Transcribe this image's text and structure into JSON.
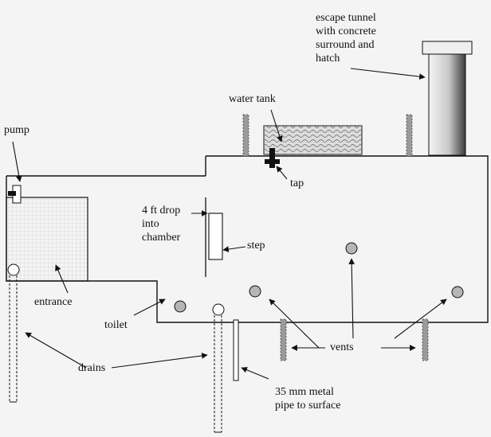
{
  "labels": {
    "escape_tunnel": "escape tunnel\nwith concrete\nsurround and\nhatch",
    "water_tank": "water tank",
    "tap": "tap",
    "pump": "pump",
    "drop": "4 ft drop\ninto\nchamber",
    "step": "step",
    "entrance": "entrance",
    "toilet": "toilet",
    "vents": "vents",
    "drains": "drains",
    "metal_pipe": "35 mm metal\npipe to surface"
  },
  "colors": {
    "background": "#f4f4f4",
    "line": "#111111",
    "vent_fill": "#b5b5b5",
    "vent_pipe_fill": "#9a9a9a",
    "tank_fill": "#dcdcdc"
  }
}
